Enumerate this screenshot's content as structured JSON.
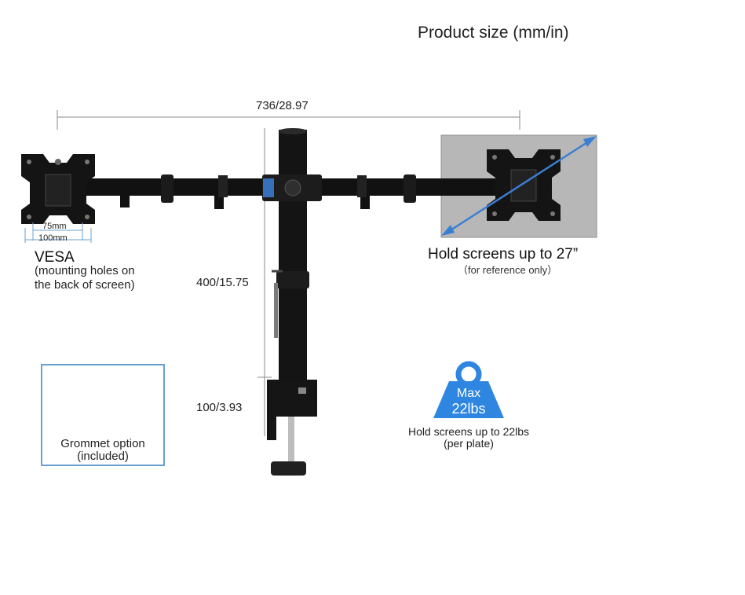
{
  "title": "Product size (mm/in)",
  "dimensions": {
    "width": "736/28.97",
    "height": "400/15.75",
    "clamp": "100/3.93"
  },
  "vesa": {
    "label": "VESA",
    "line1": "(mounting holes on",
    "line2": "the back of screen)",
    "inner": "75mm",
    "outer": "100mm"
  },
  "screen_info": {
    "title": "Hold screens up to 27”",
    "note": "（for reference only）"
  },
  "grommet": {
    "line1": "Grommet option",
    "line2": "(included)"
  },
  "weight": {
    "badge_line1": "Max",
    "badge_line2": "22lbs",
    "caption_line1": "Hold screens up to 22lbs",
    "caption_line2": "(per plate)"
  },
  "colors": {
    "accent_blue": "#3b7fd3",
    "badge_blue": "#2f86e0",
    "mount_black": "#111111",
    "screen_gray": "#b7b7b7",
    "dimension_line": "#8a8a8a"
  }
}
